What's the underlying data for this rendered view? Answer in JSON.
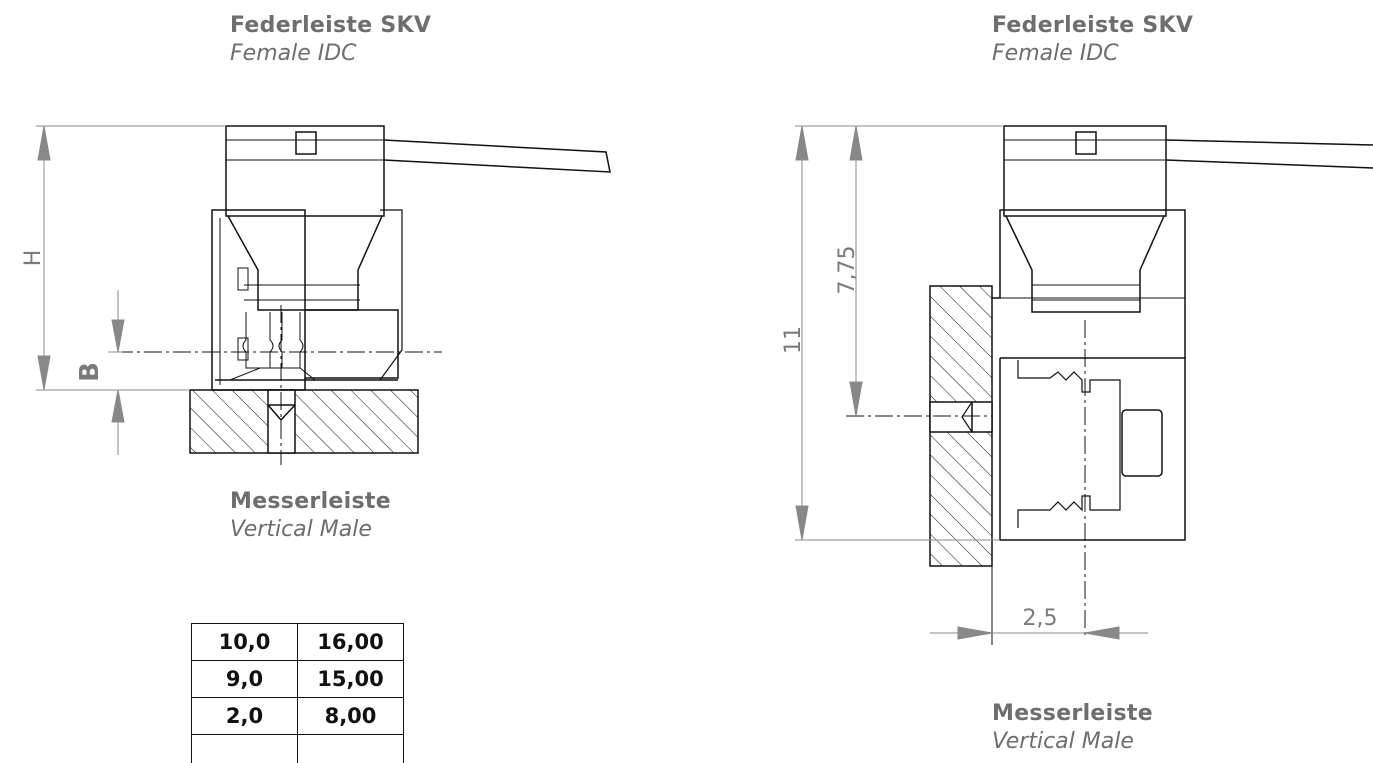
{
  "left_view": {
    "top_label": {
      "main": "Federleiste SKV",
      "sub": "Female IDC"
    },
    "bottom_label": {
      "main": "Messerleiste",
      "sub": "Vertical Male"
    },
    "dimensions": {
      "h_label": "H",
      "b_label": "B"
    }
  },
  "right_view": {
    "top_label": {
      "main": "Federleiste SKV",
      "sub": "Female IDC"
    },
    "bottom_label": {
      "main": "Messerleiste",
      "sub": "Vertical Male"
    },
    "dimensions": {
      "overall": "11",
      "upper": "7,75",
      "offset": "2,5"
    }
  },
  "dimension_table": {
    "rows": [
      [
        "10,0",
        "16,00"
      ],
      [
        "9,0",
        "15,00"
      ],
      [
        "2,0",
        "8,00"
      ],
      [
        "",
        ""
      ]
    ]
  },
  "colors": {
    "line": "#111111",
    "dimension": "#7a7a7a",
    "caption": "#6e6e6e"
  }
}
